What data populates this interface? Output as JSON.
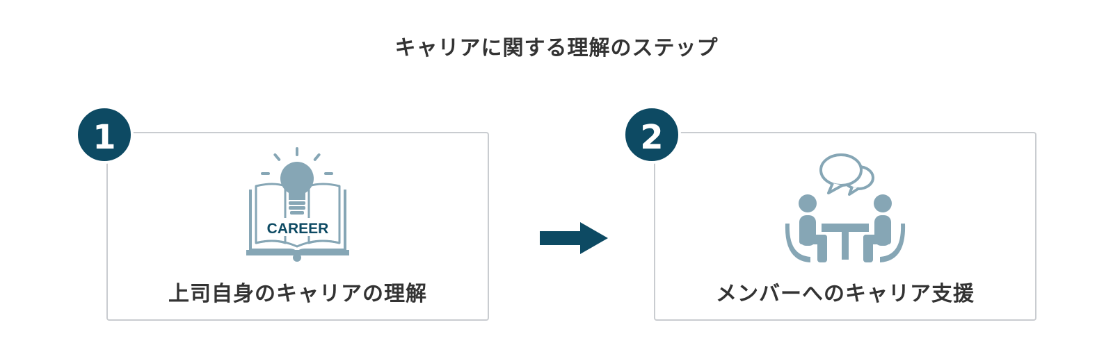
{
  "title": "キャリアに関する理解のステップ",
  "steps": [
    {
      "number": "1",
      "label": "上司自身のキャリアの理解",
      "icon": "career-book-lightbulb-icon",
      "icon_text": "CAREER"
    },
    {
      "number": "2",
      "label": "メンバーへのキャリア支援",
      "icon": "people-conversation-icon"
    }
  ],
  "connector": "arrow-right-icon",
  "colors": {
    "primary": "#0d4a63",
    "icon": "#86a6b5",
    "border": "#c9ccd0",
    "text": "#333333"
  }
}
